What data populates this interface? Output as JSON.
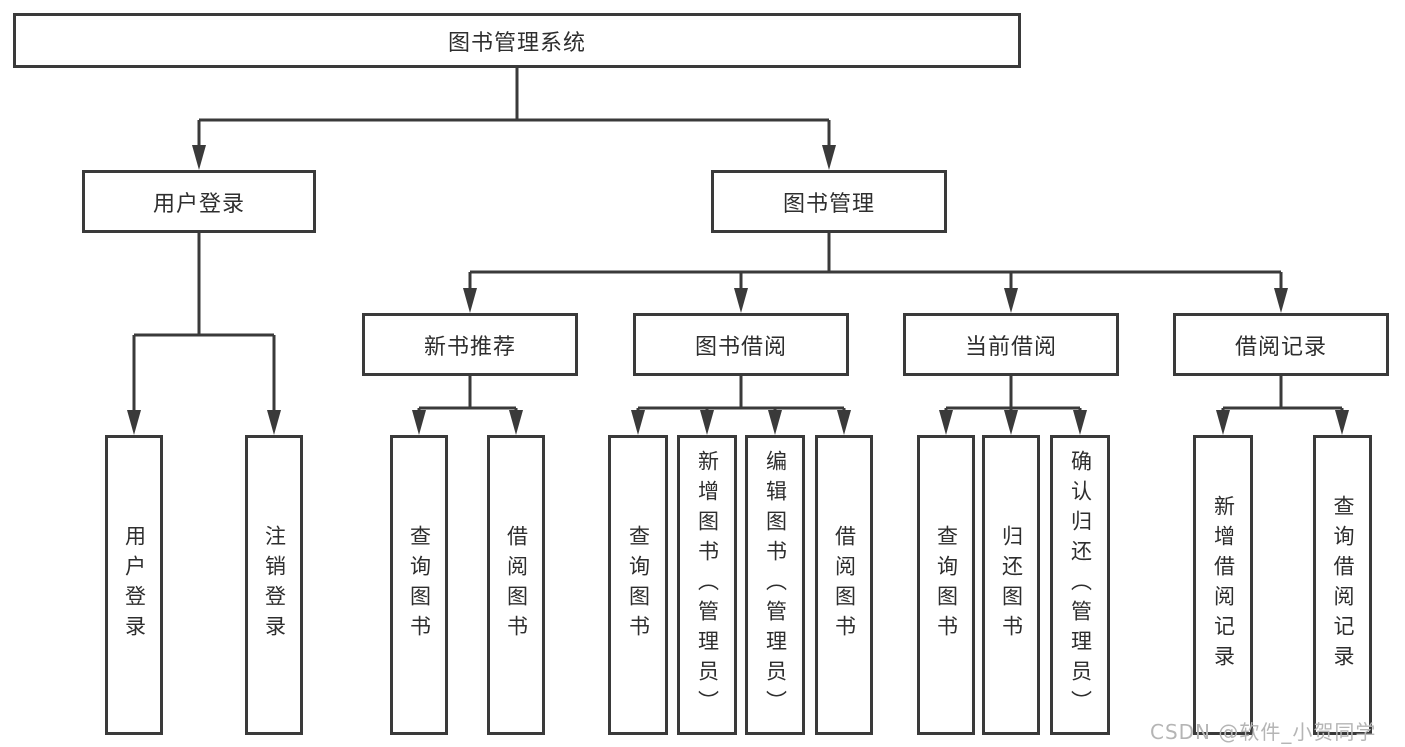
{
  "diagram": {
    "title": "图书管理系统",
    "colors": {
      "line": "#3a3a3a",
      "box_border": "#3a3a3a",
      "text": "#2e2e2e",
      "watermark": "#b5b5b5",
      "background": "#ffffff"
    },
    "root": {
      "label": "图书管理系统"
    },
    "level2": [
      {
        "label": "用户登录"
      },
      {
        "label": "图书管理"
      }
    ],
    "level3": [
      {
        "label": "新书推荐"
      },
      {
        "label": "图书借阅"
      },
      {
        "label": "当前借阅"
      },
      {
        "label": "借阅记录"
      }
    ],
    "leaves": [
      {
        "label": "用户登录",
        "parent": "用户登录"
      },
      {
        "label": "注销登录",
        "parent": "用户登录"
      },
      {
        "label": "查询图书",
        "parent": "新书推荐"
      },
      {
        "label": "借阅图书",
        "parent": "新书推荐"
      },
      {
        "label": "查询图书",
        "parent": "图书借阅"
      },
      {
        "label": "新增图书（管理员）",
        "parent": "图书借阅"
      },
      {
        "label": "编辑图书（管理员）",
        "parent": "图书借阅"
      },
      {
        "label": "借阅图书",
        "parent": "图书借阅"
      },
      {
        "label": "查询图书",
        "parent": "当前借阅"
      },
      {
        "label": "归还图书",
        "parent": "当前借阅"
      },
      {
        "label": "确认归还（管理员）",
        "parent": "当前借阅"
      },
      {
        "label": "新增借阅记录",
        "parent": "借阅记录"
      },
      {
        "label": "查询借阅记录",
        "parent": "借阅记录"
      }
    ]
  },
  "watermark": {
    "text": "CSDN @软件_小贺同学"
  }
}
